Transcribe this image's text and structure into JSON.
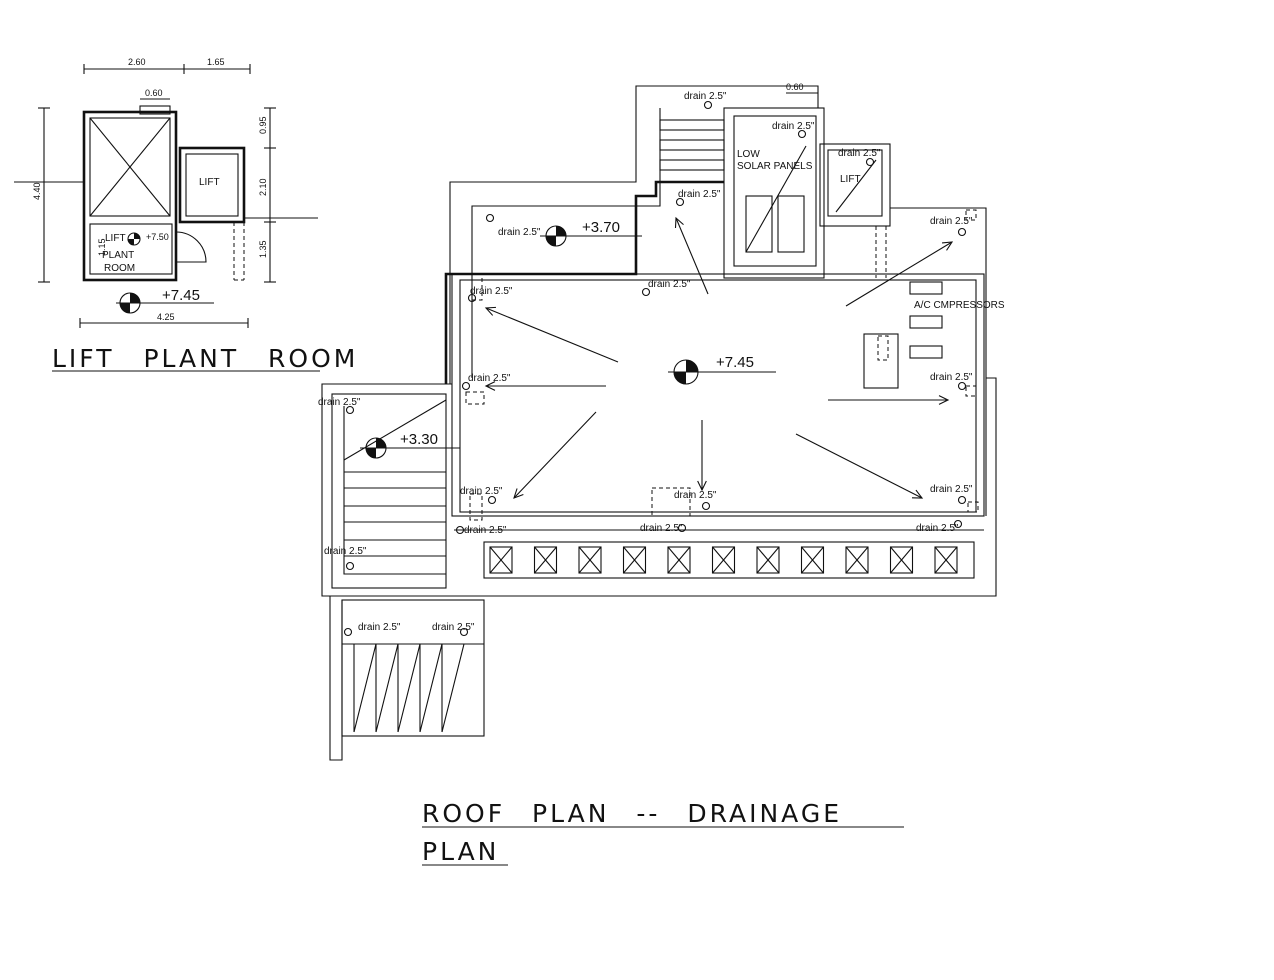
{
  "lift_plant_room": {
    "title": "LIFT PLANT ROOM",
    "dims": {
      "top_left": "2.60",
      "top_right": "1.65",
      "door": "0.60",
      "left": "4.40",
      "right_top": "0.95",
      "right_mid": "2.10",
      "right_bottom": "1.35",
      "small_left": "1.15",
      "bottom": "4.25"
    },
    "labels": {
      "lift": "LIFT",
      "plant_room_1": "LIFT",
      "plant_room_2": "PLANT",
      "plant_room_3": "ROOM",
      "level_small": "+7.50",
      "level_main": "+7.45"
    }
  },
  "roof_plan": {
    "title_line1": "ROOF PLAN -- DRAINAGE",
    "title_line2": "PLAN",
    "dim_top": "0.60",
    "labels": {
      "solar_1": "LOW",
      "solar_2": "SOLAR PANELS",
      "lift": "LIFT",
      "ac": "A/C CMPRESSORS"
    },
    "levels": {
      "center": "+7.45",
      "upper": "+3.70",
      "stair": "+3.30"
    },
    "drain_label": "drain 2.5\""
  },
  "colors": {
    "ink": "#111111",
    "paper": "#ffffff"
  }
}
